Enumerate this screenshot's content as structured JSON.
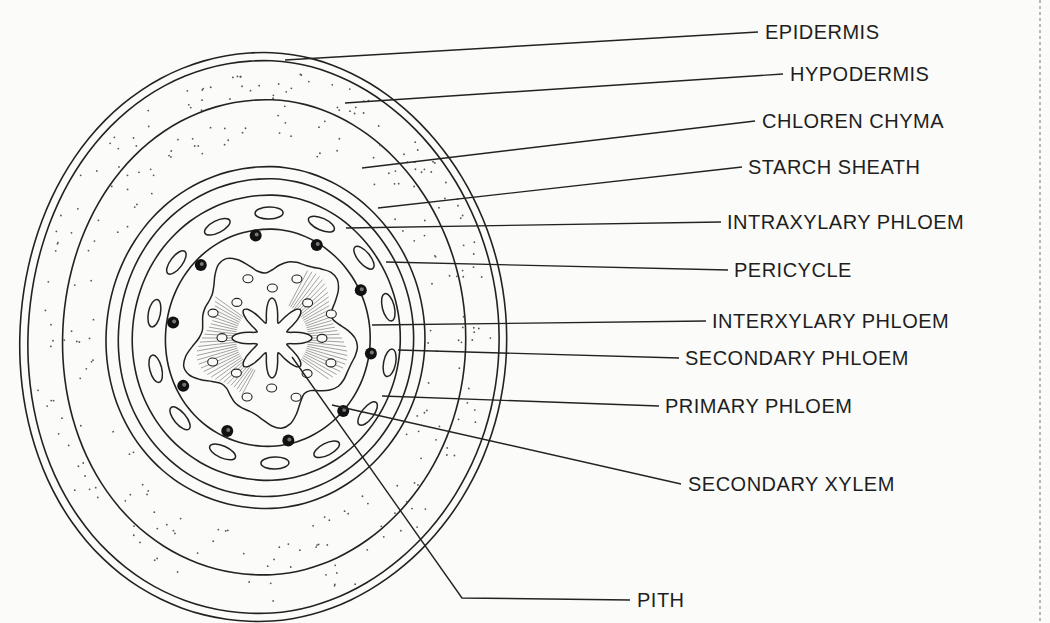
{
  "diagram": {
    "labels": [
      "EPIDERMIS",
      "HYPODERMIS",
      "CHLOREN CHYMA",
      "STARCH SHEATH",
      "INTRAXYLARY PHLOEM",
      "PERICYCLE",
      "INTERXYLARY PHLOEM",
      "SECONDARY PHLOEM",
      "PRIMARY PHLOEM",
      "SECONDARY XYLEM",
      "PITH"
    ]
  }
}
